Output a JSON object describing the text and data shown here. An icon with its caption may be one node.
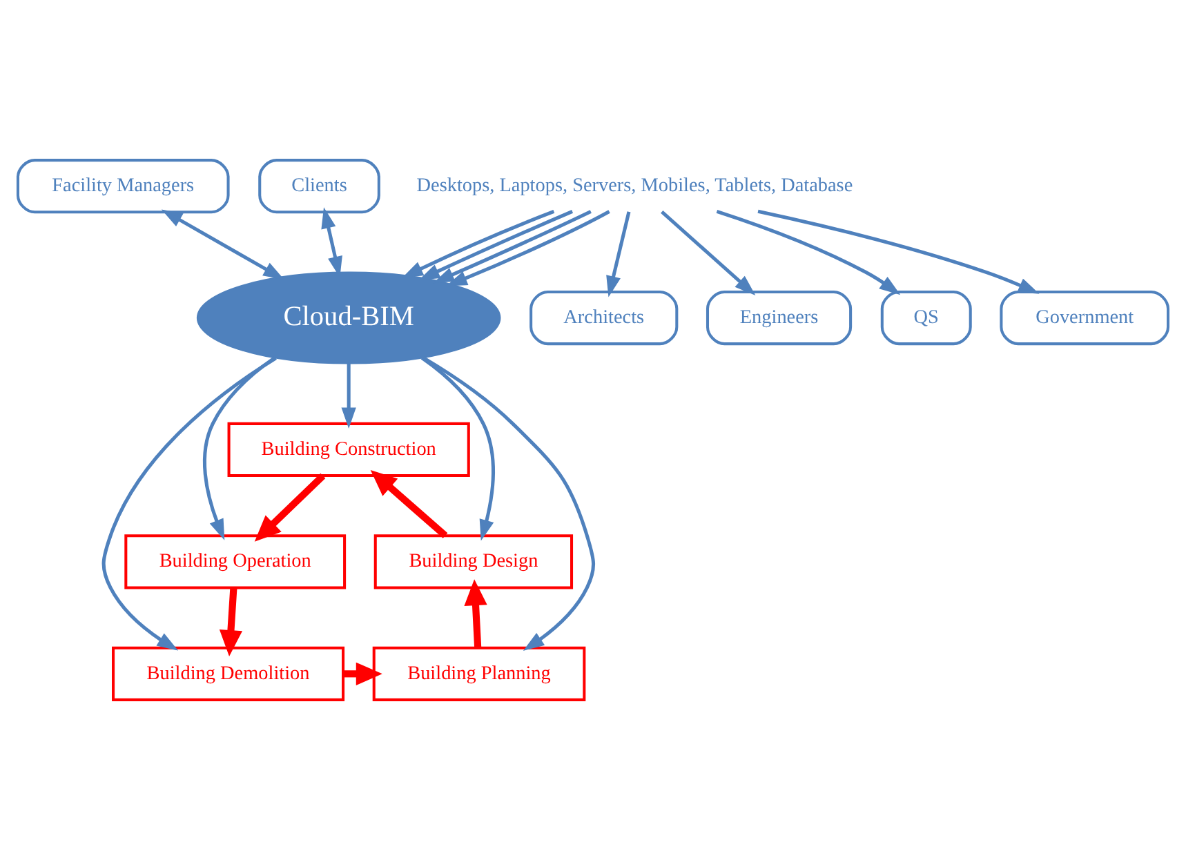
{
  "diagram": {
    "nodes": [
      {
        "text": [
          "Clients"
        ]
      },
      {
        "text": [
          "Government"
        ]
      },
      {
        "text": [
          "Architects"
        ]
      },
      {
        "text": [
          "Engineers"
        ]
      },
      {
        "text": [
          "QS"
        ]
      },
      {
        "text": [
          "Facility Managers"
        ]
      },
      {
        "text": [
          "Desktops, Laptops, Servers, Mobiles, Tablets, Database"
        ]
      },
      {
        "text": [
          "Cloud-BIM"
        ]
      },
      {
        "text": [
          "Building Planning"
        ]
      },
      {
        "text": [
          "Building Design"
        ]
      },
      {
        "text": [
          "Building Construction"
        ]
      },
      {
        "text": [
          "Building Operation"
        ]
      },
      {
        "text": [
          "Building Demolition"
        ]
      }
    ],
    "edges": [
      {
        "from": 7,
        "to": 0,
        "arrow": "both"
      },
      {
        "from": 6,
        "to": 1,
        "arrow": "to"
      },
      {
        "from": 6,
        "to": 2,
        "arrow": "to"
      },
      {
        "from": 6,
        "to": 3,
        "arrow": "to"
      },
      {
        "from": 6,
        "to": 4,
        "arrow": "to"
      },
      {
        "from": 7,
        "to": 5,
        "arrow": "both"
      },
      {
        "from": 6,
        "to": 7,
        "arrow": "to"
      },
      {
        "from": 6,
        "to": 7,
        "arrow": "to"
      },
      {
        "from": 6,
        "to": 7,
        "arrow": "to"
      },
      {
        "from": 6,
        "to": 7,
        "arrow": "to"
      },
      {
        "from": 7,
        "to": 8,
        "arrow": "to"
      },
      {
        "from": 7,
        "to": 9,
        "arrow": "to"
      },
      {
        "from": 7,
        "to": 10,
        "arrow": "to"
      },
      {
        "from": 7,
        "to": 11,
        "arrow": "to"
      },
      {
        "from": 7,
        "to": 12,
        "arrow": "to"
      },
      {
        "from": 12,
        "to": 8,
        "arrow": "to",
        "style": "thick",
        "color": "#ff0000"
      },
      {
        "from": 8,
        "to": 9,
        "arrow": "to",
        "style": "thick",
        "color": "#ff0000"
      },
      {
        "from": 9,
        "to": 10,
        "arrow": "to",
        "style": "thick",
        "color": "#ff0000"
      },
      {
        "from": 10,
        "to": 11,
        "arrow": "to",
        "style": "thick",
        "color": "#ff0000"
      },
      {
        "from": 11,
        "to": 12,
        "arrow": "to",
        "style": "thick",
        "color": "#ff0000"
      }
    ]
  }
}
